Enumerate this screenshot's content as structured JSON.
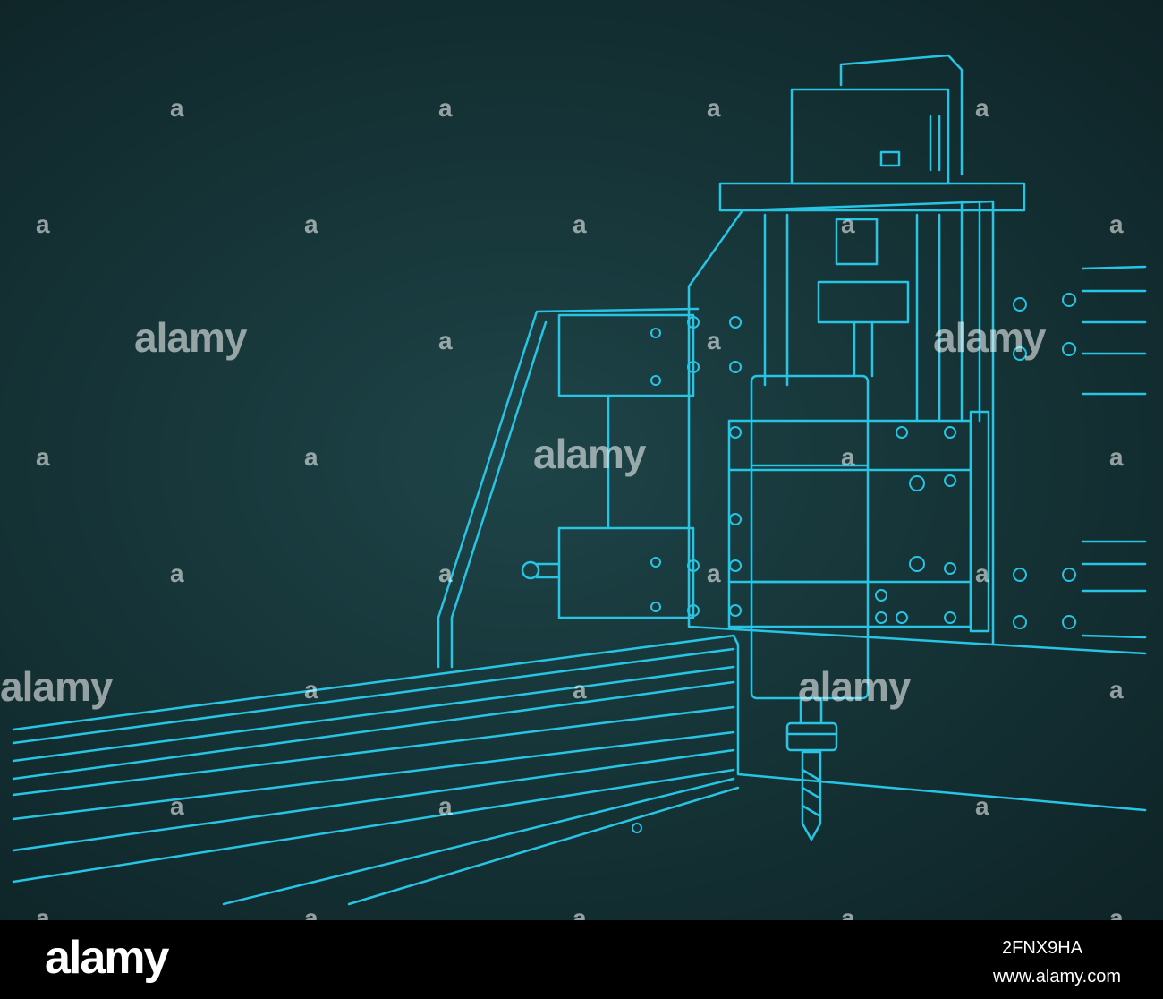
{
  "watermark": {
    "text": "alamy",
    "short": "a"
  },
  "footer": {
    "brand": "alamy",
    "image_id": "2FNX9HA",
    "site": "www.alamy.com"
  },
  "colors": {
    "line": "#27c4e4",
    "background": "#163538",
    "footer": "#000000"
  }
}
